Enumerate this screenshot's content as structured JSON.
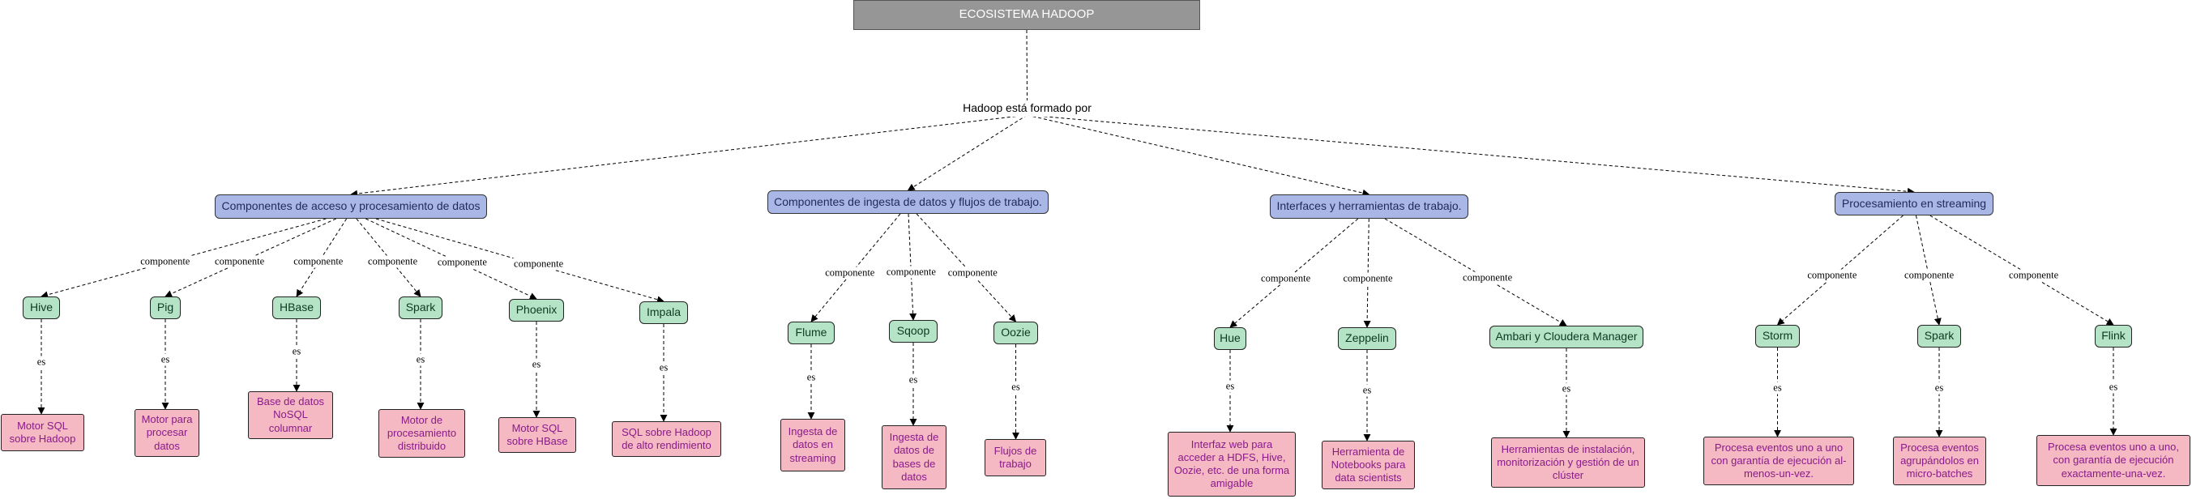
{
  "title": "ECOSISTEMA HADOOP",
  "hub": "Hadoop está formado por",
  "labels": {
    "component": "componente",
    "is": "es"
  },
  "categories": [
    {
      "id": "cat-access",
      "label": "Componentes de acceso y procesamiento de datos"
    },
    {
      "id": "cat-ingest",
      "label": "Componentes de ingesta de datos y flujos de trabajo."
    },
    {
      "id": "cat-tools",
      "label": "Interfaces y herramientas de trabajo."
    },
    {
      "id": "cat-stream",
      "label": "Procesamiento en streaming"
    }
  ],
  "components": [
    {
      "id": "hive",
      "label": "Hive",
      "category": "cat-access",
      "desc": "Motor SQL sobre Hadoop"
    },
    {
      "id": "pig",
      "label": "Pig",
      "category": "cat-access",
      "desc": "Motor para procesar datos"
    },
    {
      "id": "hbase",
      "label": "HBase",
      "category": "cat-access",
      "desc": "Base de datos NoSQL columnar"
    },
    {
      "id": "spark1",
      "label": "Spark",
      "category": "cat-access",
      "desc": "Motor de procesamiento distribuido"
    },
    {
      "id": "phoenix",
      "label": "Phoenix",
      "category": "cat-access",
      "desc": "Motor SQL sobre HBase"
    },
    {
      "id": "impala",
      "label": "Impala",
      "category": "cat-access",
      "desc": "SQL sobre Hadoop de alto rendimiento"
    },
    {
      "id": "flume",
      "label": "Flume",
      "category": "cat-ingest",
      "desc": "Ingesta de datos en streaming"
    },
    {
      "id": "sqoop",
      "label": "Sqoop",
      "category": "cat-ingest",
      "desc": "Ingesta de datos de bases de datos"
    },
    {
      "id": "oozie",
      "label": "Oozie",
      "category": "cat-ingest",
      "desc": "Flujos de trabajo"
    },
    {
      "id": "hue",
      "label": "Hue",
      "category": "cat-tools",
      "desc": "Interfaz web para acceder a HDFS, Hive, Oozie, etc. de una forma amigable"
    },
    {
      "id": "zeppelin",
      "label": "Zeppelin",
      "category": "cat-tools",
      "desc": "Herramienta de Notebooks para data scientists"
    },
    {
      "id": "ambari",
      "label": "Ambari y Cloudera Manager",
      "category": "cat-tools",
      "desc": "Herramientas de instalación, monitorización y gestión de un clúster"
    },
    {
      "id": "storm",
      "label": "Storm",
      "category": "cat-stream",
      "desc": "Procesa eventos uno a uno con garantía de ejecución al-menos-un-vez."
    },
    {
      "id": "spark2",
      "label": "Spark",
      "category": "cat-stream",
      "desc": "Procesa eventos agrupándolos en micro-batches"
    },
    {
      "id": "flink",
      "label": "Flink",
      "category": "cat-stream",
      "desc": "Procesa eventos uno a uno, con garantía de ejecución exactamente-una-vez."
    }
  ]
}
